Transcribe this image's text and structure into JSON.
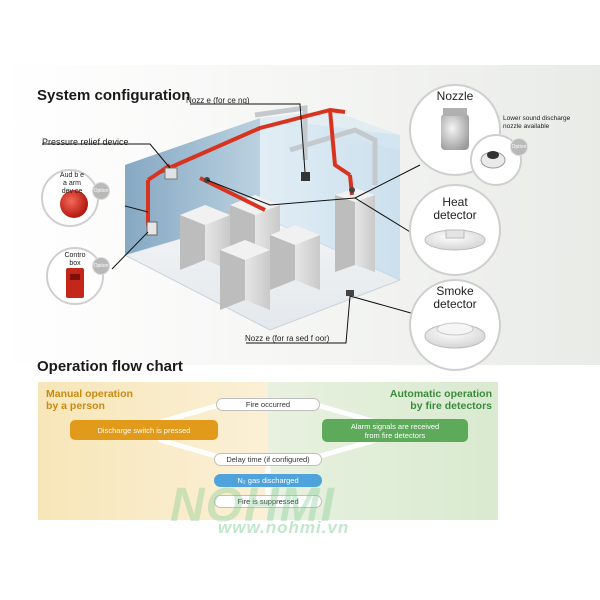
{
  "system": {
    "title": "System configuration",
    "labels": {
      "nozzle_ceiling": "Nozz e (for ce ng)",
      "pressure_relief": "Pressure relief device",
      "nozzle_floor": "Nozz e  (for ra sed f oor)"
    },
    "left_devices": [
      {
        "label": "Aud b e\na arm\ndev ce",
        "option": "Option"
      },
      {
        "label": "Contro\nbox",
        "option": "Option"
      }
    ],
    "right_devices": {
      "nozzle": {
        "label": "Nozzle",
        "note": "Lower sound discharge\nnozzle available",
        "option": "Option"
      },
      "heat": {
        "label": "Heat\ndetector"
      },
      "smoke": {
        "label": "Smoke\ndetector"
      }
    }
  },
  "flow": {
    "title": "Operation flow chart",
    "manual_head": "Manual operation\nby a person",
    "auto_head": "Automatic operation\nby fire detectors",
    "fire_occurred": "Fire occurred",
    "discharge_switch": "Discharge switch is pressed",
    "alarm_received": "Alarm signals are received\nfrom fire detectors",
    "delay_time": "Delay time (if configured)",
    "n2_discharged": "N₂ gas discharged",
    "fire_suppressed": "Fire is suppressed"
  },
  "watermark": {
    "logo": "NOHMI",
    "url": "www.nohmi.vn"
  },
  "colors": {
    "pipe": "#d8331e",
    "manual": "#e19a1a",
    "manual_text": "#c98a10",
    "auto": "#5daa5b",
    "auto_text": "#3b8b3e",
    "n2": "#4fa3dc"
  }
}
